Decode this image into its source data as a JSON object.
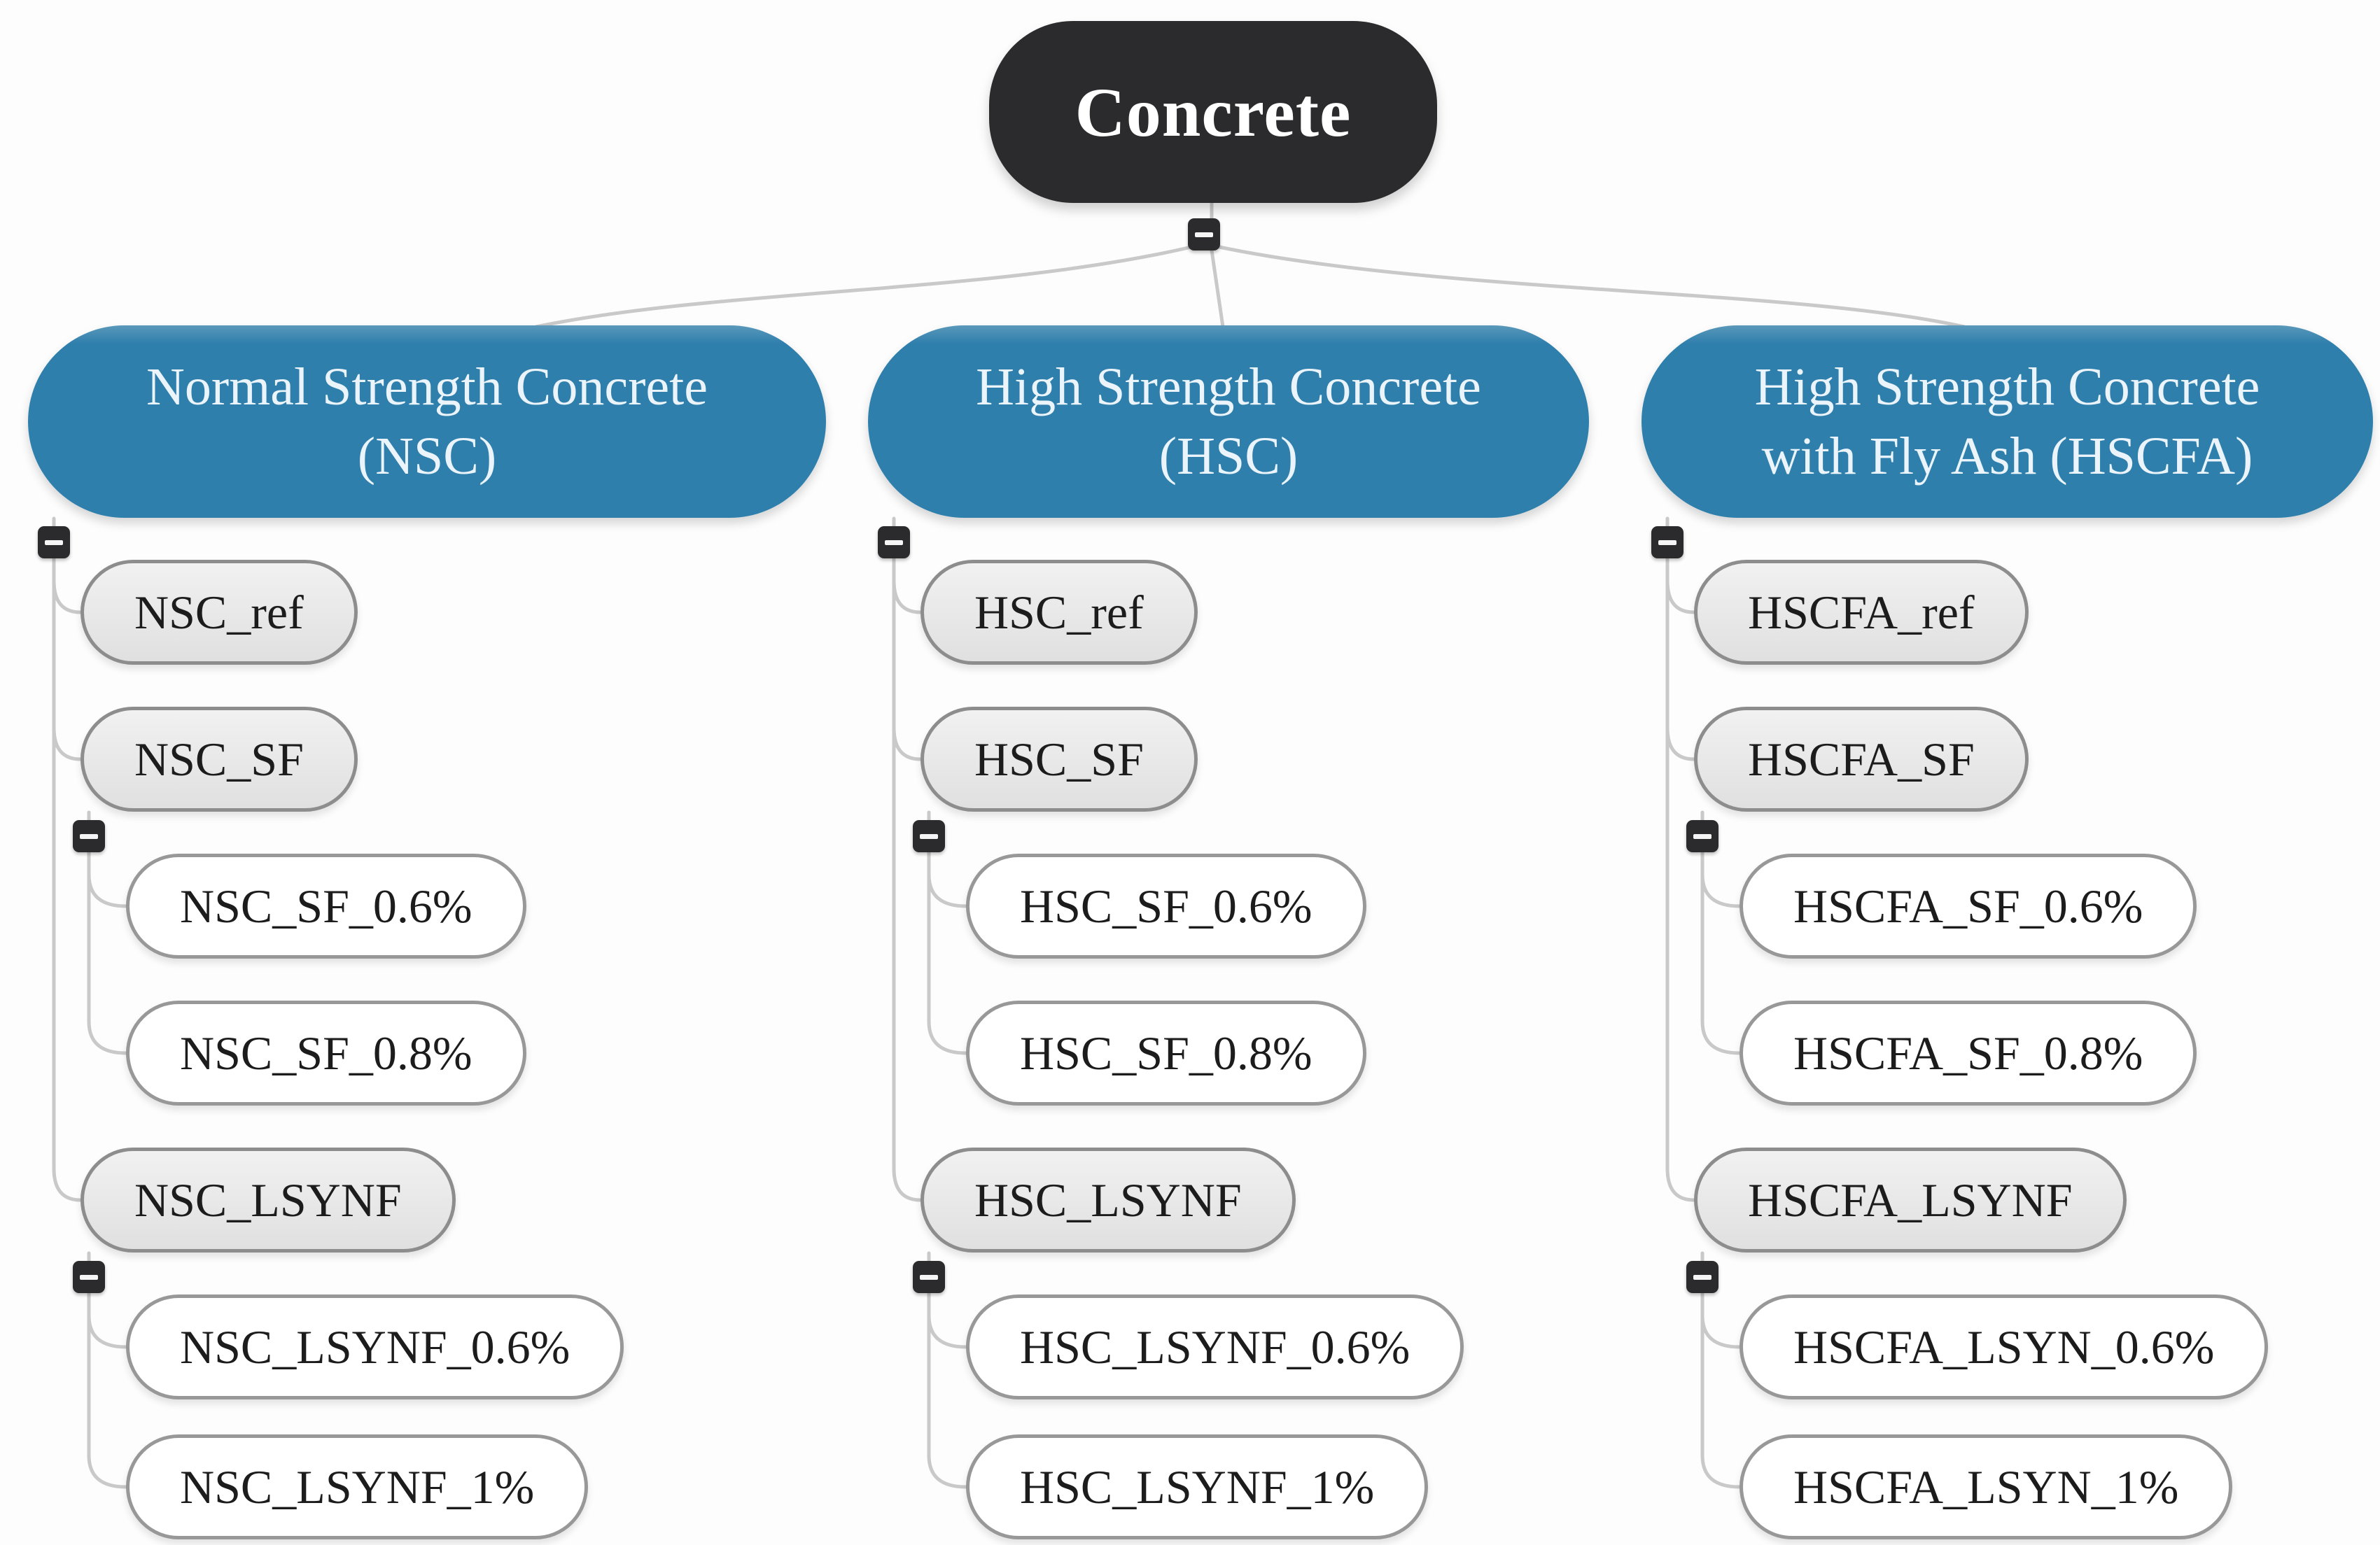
{
  "diagram": {
    "root": {
      "label": "Concrete"
    },
    "branches": [
      {
        "title_line1": "Normal Strength Concrete",
        "title_line2": "(NSC)",
        "children": [
          {
            "label": "NSC_ref"
          },
          {
            "label": "NSC_SF",
            "children": [
              {
                "label": "NSC_SF_0.6%"
              },
              {
                "label": "NSC_SF_0.8%"
              }
            ]
          },
          {
            "label": "NSC_LSYNF",
            "children": [
              {
                "label": "NSC_LSYNF_0.6%"
              },
              {
                "label": "NSC_LSYNF_1%"
              }
            ]
          }
        ]
      },
      {
        "title_line1": "High Strength Concrete",
        "title_line2": "(HSC)",
        "children": [
          {
            "label": "HSC_ref"
          },
          {
            "label": "HSC_SF",
            "children": [
              {
                "label": "HSC_SF_0.6%"
              },
              {
                "label": "HSC_SF_0.8%"
              }
            ]
          },
          {
            "label": "HSC_LSYNF",
            "children": [
              {
                "label": "HSC_LSYNF_0.6%"
              },
              {
                "label": "HSC_LSYNF_1%"
              }
            ]
          }
        ]
      },
      {
        "title_line1": "High Strength Concrete",
        "title_line2": "with Fly Ash (HSCFA)",
        "children": [
          {
            "label": "HSCFA_ref"
          },
          {
            "label": "HSCFA_SF",
            "children": [
              {
                "label": "HSCFA_SF_0.6%"
              },
              {
                "label": "HSCFA_SF_0.8%"
              }
            ]
          },
          {
            "label": "HSCFA_LSYNF",
            "children": [
              {
                "label": "HSCFA_LSYN_0.6%"
              },
              {
                "label": "HSCFA_LSYN_1%"
              }
            ]
          }
        ]
      }
    ],
    "colors": {
      "root_fill": "#2b2b2e",
      "branch_fill": "#2f7fad",
      "gray_node_fill": "#e4e4e4",
      "white_node_fill": "#ffffff",
      "node_border": "#8d8d8d",
      "connector": "#c9c9c9",
      "text_dark": "#1c1c1c",
      "text_light": "#eaf4fa"
    }
  }
}
